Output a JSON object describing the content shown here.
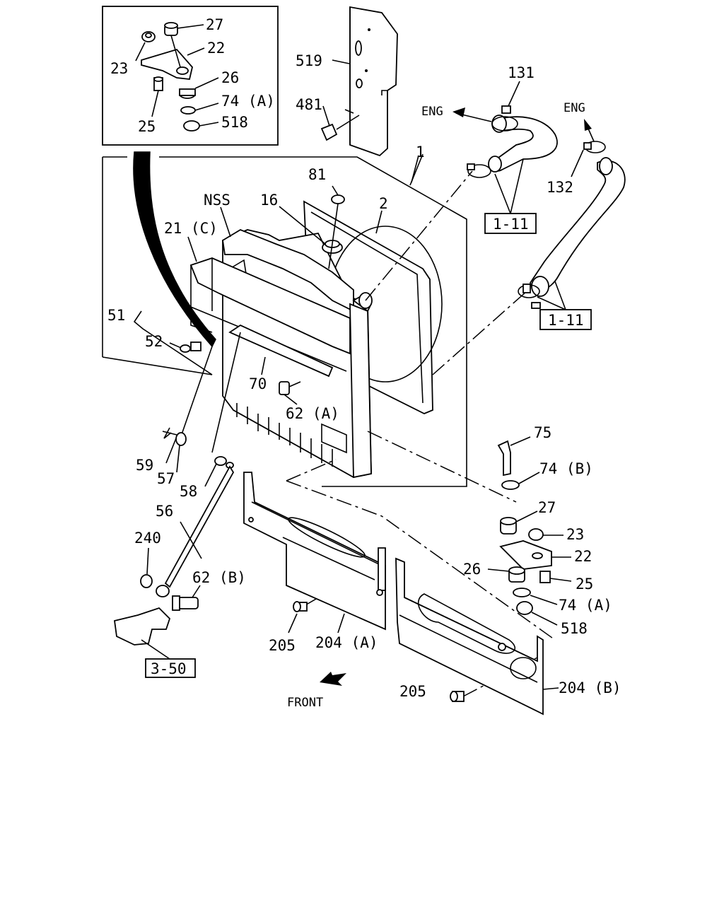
{
  "callouts": {
    "inset_27": "27",
    "inset_22": "22",
    "inset_23": "23",
    "inset_26": "26",
    "inset_74a": "74 (A)",
    "inset_25": "25",
    "inset_518": "518",
    "p519": "519",
    "p481": "481",
    "p131": "131",
    "eng_left": "ENG",
    "eng_right": "ENG",
    "p132": "132",
    "p1": "1",
    "p81": "81",
    "p2": "2",
    "nss": "NSS",
    "p16": "16",
    "p21c": "21 (C)",
    "p51": "51",
    "p52": "52",
    "p70": "70",
    "p62a": "62 (A)",
    "p59": "59",
    "p57": "57",
    "p58": "58",
    "p56": "56",
    "p240": "240",
    "p62b": "62 (B)",
    "p205a": "205",
    "p204a": "204 (A)",
    "p205b": "205",
    "p204b": "204 (B)",
    "p75": "75",
    "p74b": "74 (B)",
    "p27": "27",
    "p23": "23",
    "p22": "22",
    "p26": "26",
    "p25": "25",
    "p74a": "74 (A)",
    "p518": "518",
    "front": "FRONT"
  },
  "refs": {
    "ref_1_11_top": "1-11",
    "ref_1_11_bottom": "1-11",
    "ref_3_50": "3-50"
  }
}
